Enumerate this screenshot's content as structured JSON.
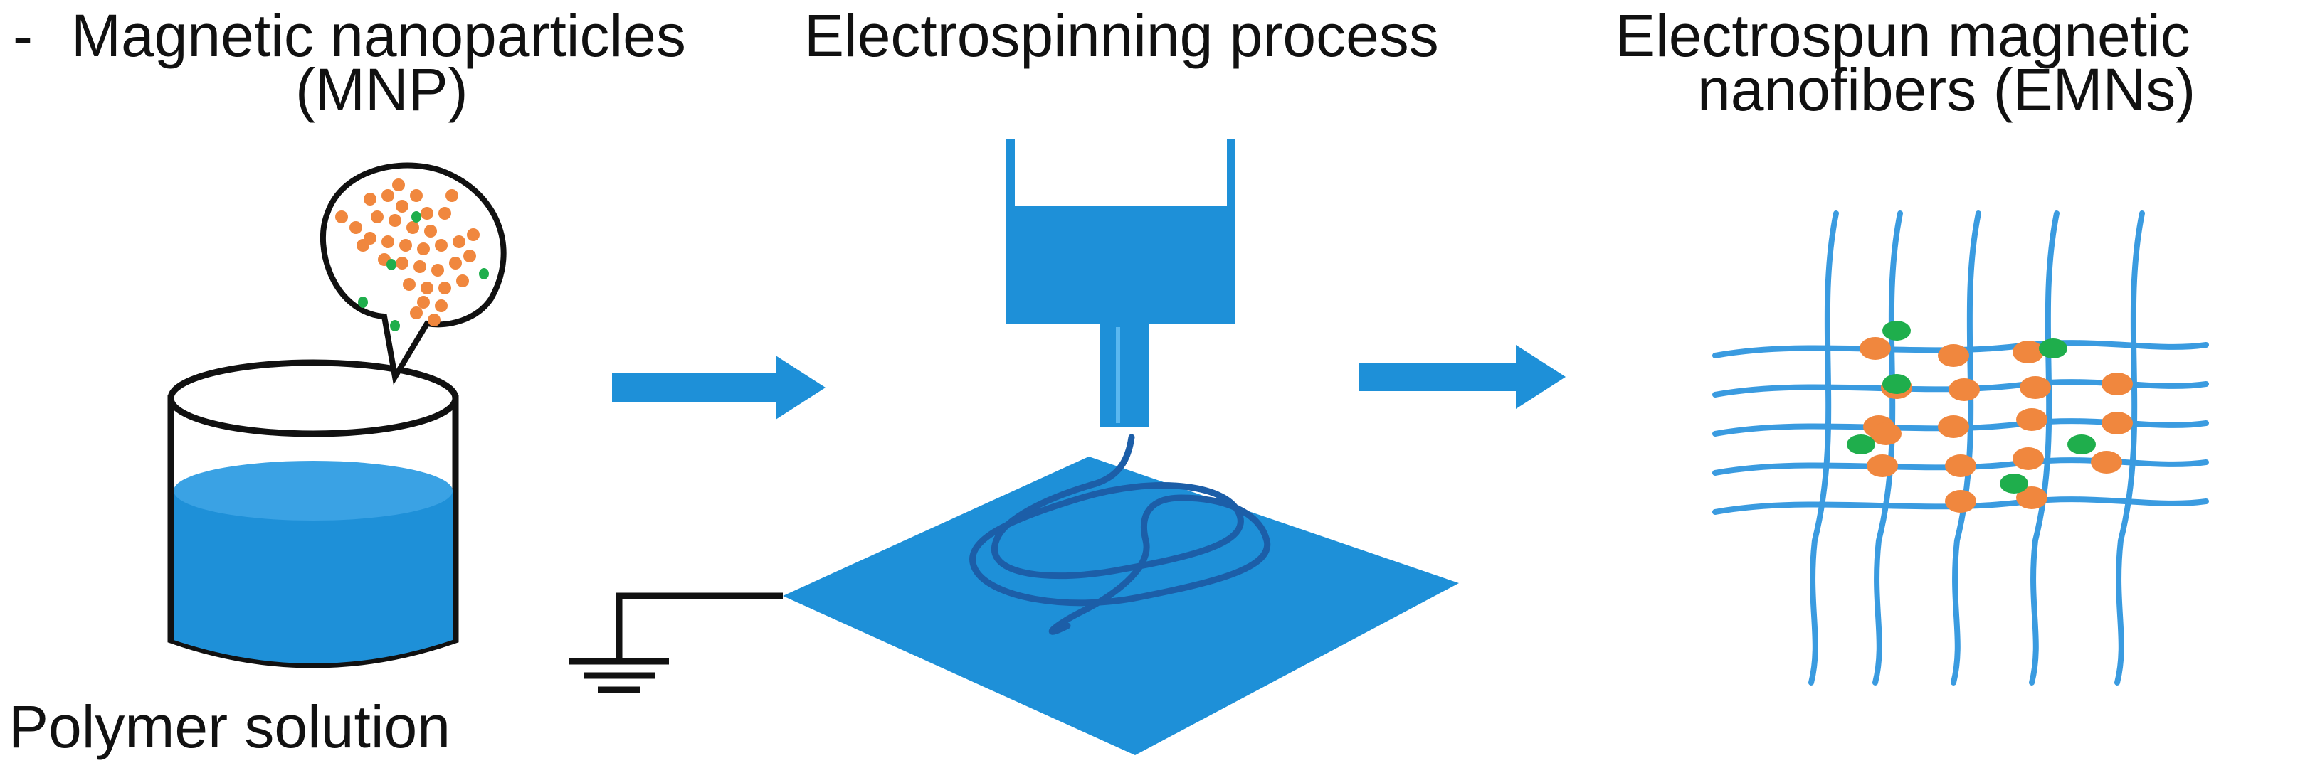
{
  "labels": {
    "dash": "-",
    "mnp_line1": "Magnetic nanoparticles",
    "mnp_line2": "(MNP)",
    "process": "Electrospinning process",
    "emn_line1": "Electrospun magnetic",
    "emn_line2": "nanofibers (EMNs)",
    "polymer": "Polymer solution"
  },
  "colors": {
    "blue": "#1e90d8",
    "blue_dark": "#1573c0",
    "fiber_dark": "#1c5ea8",
    "fiber_light": "#3a9be0",
    "orange": "#f0873e",
    "green": "#1fae4c",
    "ink": "#111111"
  },
  "icons": {
    "beaker": "beaker-icon",
    "speech_bubble": "particle-bubble-icon",
    "arrow": "right-arrow-icon",
    "syringe": "syringe-icon",
    "collector": "collector-plate-icon",
    "ground": "ground-symbol-icon",
    "mesh": "nanofiber-mesh-icon"
  }
}
